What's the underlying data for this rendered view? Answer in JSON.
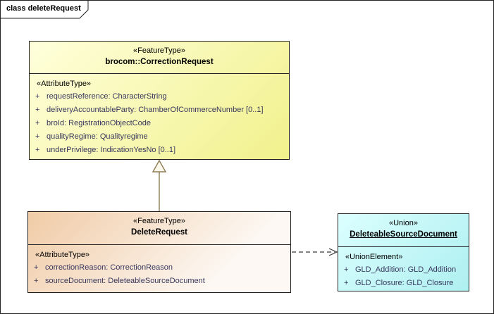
{
  "frame": {
    "label": "class deleteRequest"
  },
  "colors": {
    "border": "#222222",
    "correction_fill_light": "#ffffdc",
    "correction_fill_dark": "#f1f18c",
    "delete_fill_dark": "#f0cba6",
    "delete_fill_light": "#fdf8f3",
    "union_fill_light": "#dcffff",
    "union_fill_dark": "#aeeff0",
    "attribute_text": "#38385e",
    "connector": "#8c7a52",
    "dependency": "#3a3a3a"
  },
  "correctionRequest": {
    "stereotype": "«FeatureType»",
    "name": "brocom::CorrectionRequest",
    "compartmentLabel": "«AttributeType»",
    "attributes": [
      {
        "vis": "+",
        "text": "requestReference: CharacterString"
      },
      {
        "vis": "+",
        "text": "deliveryAccountableParty: ChamberOfCommerceNumber [0..1]"
      },
      {
        "vis": "+",
        "text": "broId: RegistrationObjectCode"
      },
      {
        "vis": "+",
        "text": "qualityRegime: Qualityregime"
      },
      {
        "vis": "+",
        "text": "underPrivilege: IndicationYesNo [0..1]"
      }
    ]
  },
  "deleteRequest": {
    "stereotype": "«FeatureType»",
    "name": "DeleteRequest",
    "compartmentLabel": "«AttributeType»",
    "attributes": [
      {
        "vis": "+",
        "text": "correctionReason: CorrectionReason"
      },
      {
        "vis": "+",
        "text": "sourceDocument: DeleteableSourceDocument"
      }
    ]
  },
  "deleteableSourceDocument": {
    "stereotype": "«Union»",
    "name": "DeleteableSourceDocument",
    "compartmentLabel": "«UnionElement»",
    "attributes": [
      {
        "vis": "+",
        "text": "GLD_Addition: GLD_Addition"
      },
      {
        "vis": "+",
        "text": "GLD_Closure: GLD_Closure"
      }
    ]
  }
}
